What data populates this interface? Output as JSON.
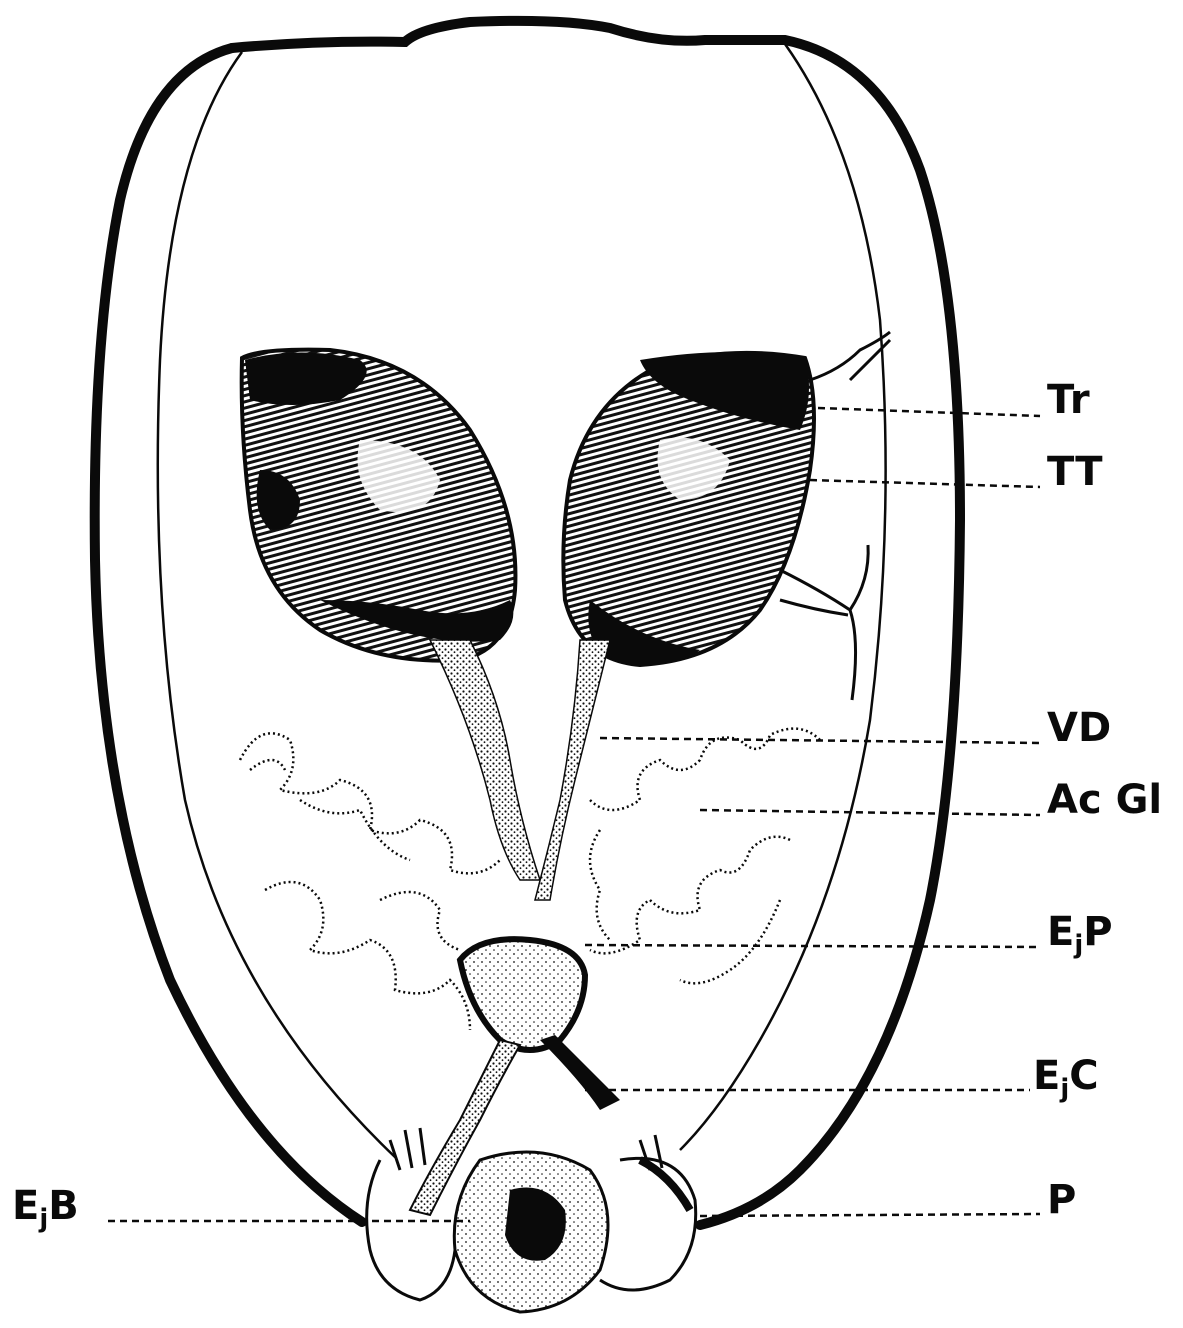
{
  "figure": {
    "labels": {
      "tr": "Tr",
      "tt": "TT",
      "vd": "VD",
      "acgl": "Ac Gl",
      "ejp_main": "E",
      "ejp_sub": "j",
      "ejp_tail": "P",
      "ejc_main": "E",
      "ejc_sub": "j",
      "ejc_tail": "C",
      "ejb_main": "E",
      "ejb_sub": "j",
      "ejb_tail": "B",
      "p": "P"
    }
  },
  "colors": {
    "ink": "#0a0a0a",
    "paper": "#ffffff"
  }
}
